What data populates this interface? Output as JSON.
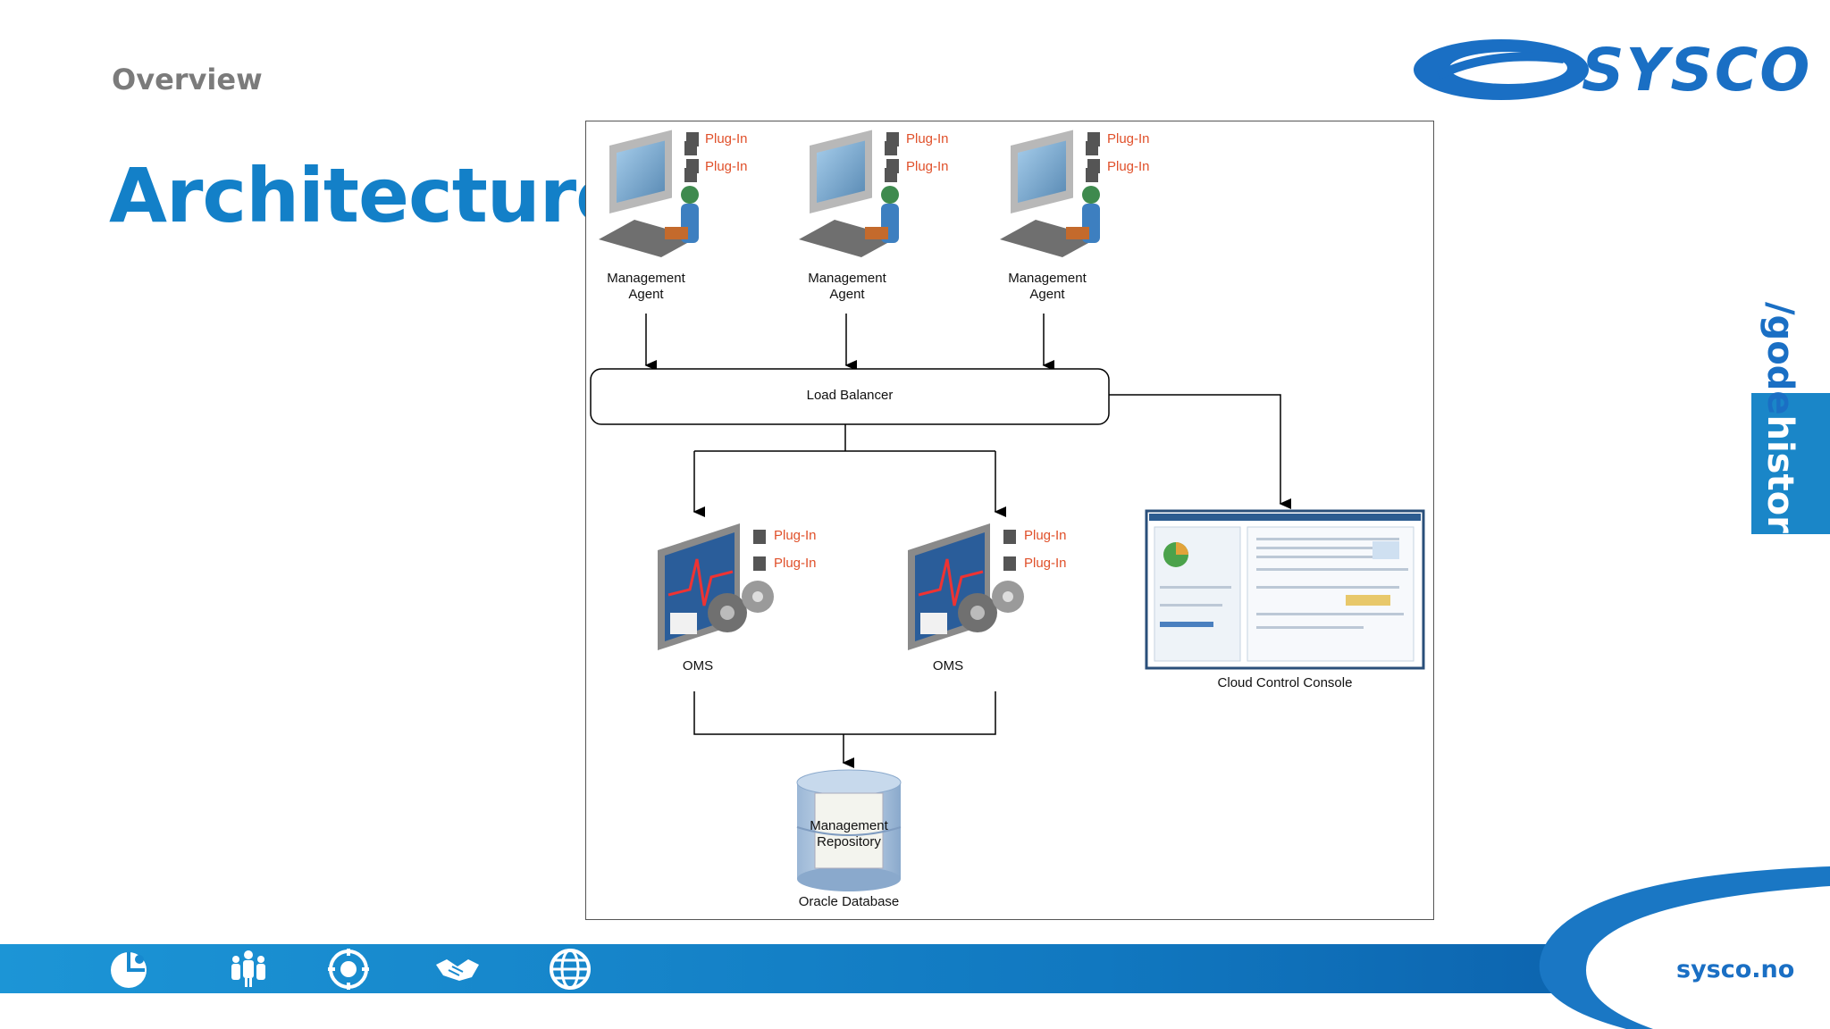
{
  "slide": {
    "kicker": "Overview",
    "title": "Architecture",
    "brand": "SYSCO",
    "website": "sysco.no",
    "tagline_part1": "/gode",
    "tagline_part2": "historier"
  },
  "diagram": {
    "plug_label": "Plug-In",
    "agent_label_1": "Management",
    "agent_label_2": "Agent",
    "load_balancer": "Load Balancer",
    "oms_label": "OMS",
    "console_label": "Cloud Control Console",
    "repository_label_1": "Management",
    "repository_label_2": "Repository",
    "database_label": "Oracle Database"
  },
  "footer": {
    "icons": [
      "puzzle-icon",
      "team-icon",
      "target-icon",
      "handshake-icon",
      "globe-icon"
    ]
  },
  "colors": {
    "title_blue": "#1380c8",
    "plugin_orange": "#e0502a",
    "footer_blue": "#1178c0"
  }
}
